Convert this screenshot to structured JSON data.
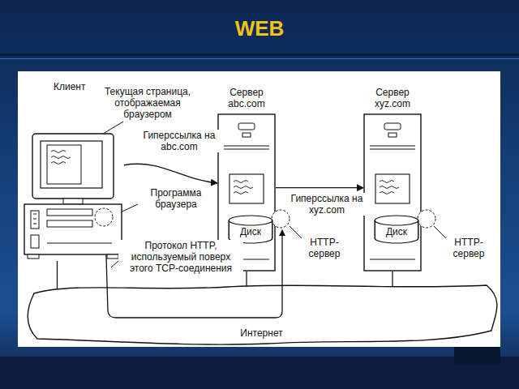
{
  "diagram": {
    "title": "WEB",
    "nodes": [
      {
        "text": [
          "Клиент"
        ]
      },
      {
        "text": [
          "Сервер abc.com"
        ]
      },
      {
        "text": [
          "Диск"
        ],
        "in": 1
      },
      {
        "text": [
          "Сервер xyz.com"
        ]
      },
      {
        "text": [
          "Диск"
        ],
        "in": 3
      },
      {
        "text": [
          "Интернет"
        ]
      }
    ],
    "edges": [
      {
        "from": 0,
        "to": 1,
        "label": "Гиперссылка на abc.com",
        "arrow": "to"
      },
      {
        "from": 1,
        "to": 3,
        "label": "Гиперссылка на xyz.com",
        "arrow": "to"
      },
      {
        "from": 0,
        "to": 5,
        "arrow": "none"
      },
      {
        "from": 1,
        "to": 5,
        "arrow": "none"
      },
      {
        "from": 3,
        "to": 5,
        "arrow": "none"
      }
    ],
    "labels": [
      "Текущая страница, отображаемая браузером",
      "Программа браузера",
      "HTTP-сервер",
      "Протокол HTTP, используемый поверх этого TCP-соединения",
      "HTTP-сервер"
    ]
  }
}
